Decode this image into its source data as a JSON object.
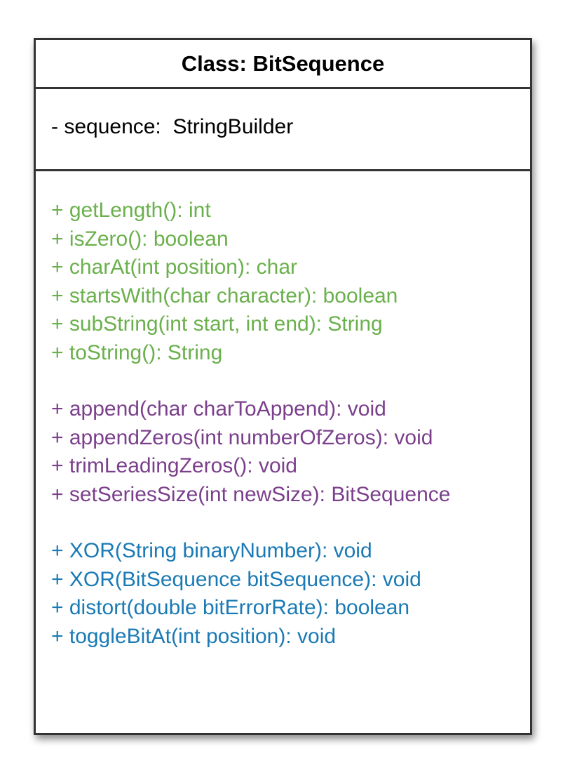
{
  "class_box": {
    "title": "Class: BitSequence",
    "attributes": [
      "- sequence:  StringBuilder"
    ],
    "method_groups": [
      {
        "color": "#6ab04c",
        "methods": [
          "+ getLength(): int",
          "+ isZero(): boolean",
          "+ charAt(int position): char",
          "+ startsWith(char character): boolean",
          "+ subString(int start, int end): String",
          "+ toString(): String"
        ]
      },
      {
        "color": "#7b3f8c",
        "methods": [
          "+ append(char charToAppend): void",
          "+ appendZeros(int numberOfZeros): void",
          "+ trimLeadingZeros(): void",
          "+ setSeriesSize(int newSize): BitSequence"
        ]
      },
      {
        "color": "#1a7ab5",
        "methods": [
          "+ XOR(String binaryNumber): void",
          "+ XOR(BitSequence bitSequence): void",
          "+ distort(double bitErrorRate): boolean",
          "+ toggleBitAt(int position): void"
        ]
      }
    ]
  }
}
